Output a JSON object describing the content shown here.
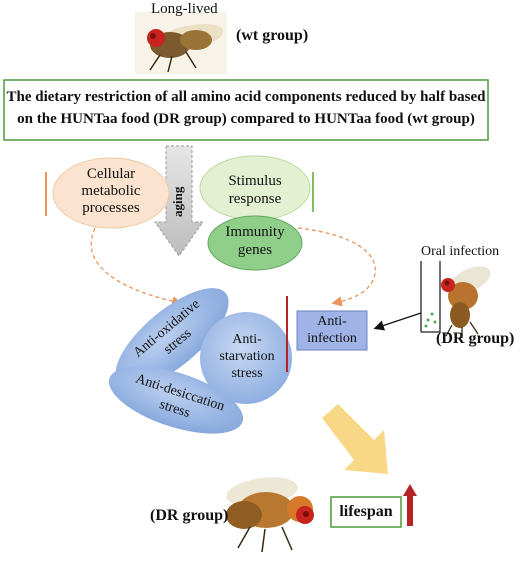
{
  "header": {
    "long_lived": "Long-lived",
    "wt_group": "(wt group)"
  },
  "statement": {
    "line1": "The dietary restriction of all amino acid components reduced by half based",
    "line2": "on the HUNTaa food (DR group) compared to HUNTaa food (wt group)"
  },
  "aging_label": "aging",
  "nodes": {
    "cellular": [
      "Cellular",
      "metabolic",
      "processes"
    ],
    "stimulus": [
      "Stimulus",
      "response"
    ],
    "immunity": [
      "Immunity",
      "genes"
    ],
    "oral_infection": "Oral infection",
    "dr_group_right": "(DR group)",
    "anti_infection": [
      "Anti-",
      "infection"
    ],
    "anti_oxidative": [
      "Anti-oxidative",
      "stress"
    ],
    "anti_starvation": [
      "Anti-",
      "starvation",
      "stress"
    ],
    "anti_desiccation": [
      "Anti-desiccation",
      "stress"
    ],
    "dr_group_bottom": "(DR group)",
    "lifespan": "lifespan"
  },
  "colors": {
    "statement_border": "#4a9a3a",
    "cellular_fill": "#fbe3cf",
    "stimulus_fill": "#e4f0d2",
    "immunity_fill": "#8fcf8a",
    "stress_fill": "#8fb0e0",
    "anti_infection_fill": "#9fb3e6",
    "up_orange": "#e8955a",
    "up_green": "#7fbf5f",
    "up_red": "#b52424",
    "big_arrow": "#f7d47a",
    "aging_arrow": "#cfcfcf"
  }
}
